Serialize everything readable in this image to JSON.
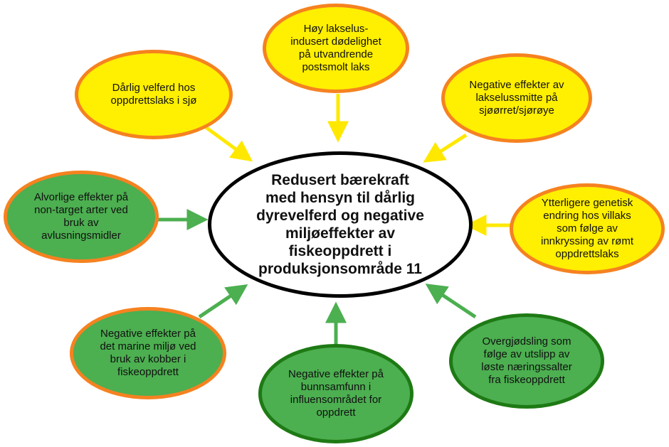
{
  "colors": {
    "yellow_fill": "#ffef00",
    "orange_border": "#f58220",
    "green_fill": "#4caf50",
    "dark_green_border": "#1e7a14",
    "yellow_arrow": "#ffe800",
    "green_arrow": "#4caf50",
    "center_border": "#000000"
  },
  "center": {
    "text": "Redusert bærekraft\nmed hensyn til dårlig\ndyrevelferd og negative\nmiljøeffekter av\nfiskeoppdrett i\nproduksjonsområde 11"
  },
  "nodes": [
    {
      "id": "n1",
      "text": "Høy lakselus-\nindusert dødelighet\npå utvandrende\npostsmolt laks",
      "fill": "yellow",
      "border": "orange"
    },
    {
      "id": "n2",
      "text": "Dårlig velferd hos\noppdrettslaks i sjø",
      "fill": "yellow",
      "border": "orange"
    },
    {
      "id": "n3",
      "text": "Negative effekter av\nlakselussmitte på\nsjøørret/sjørøye",
      "fill": "yellow",
      "border": "orange"
    },
    {
      "id": "n4",
      "text": "Alvorlige effekter på\nnon-target arter ved\nbruk av\navlusningsmidler",
      "fill": "green",
      "border": "orange"
    },
    {
      "id": "n5",
      "text": "Ytterligere genetisk\nendring hos villaks\nsom følge av\ninnkryssing av rømt\noppdrettslaks",
      "fill": "yellow",
      "border": "orange"
    },
    {
      "id": "n6",
      "text": "Negative effekter på\ndet marine miljø ved\nbruk av kobber i\nfiskeoppdrett",
      "fill": "green",
      "border": "orange"
    },
    {
      "id": "n7",
      "text": "Negative effekter på\nbunnsamfunn i\ninfluensområdet for\noppdrett",
      "fill": "green",
      "border": "dark_green"
    },
    {
      "id": "n8",
      "text": "Overgjødsling som\nfølge av utslipp av\nløste næringssalter\nfra fiskeoppdrett",
      "fill": "green",
      "border": "dark_green"
    }
  ]
}
